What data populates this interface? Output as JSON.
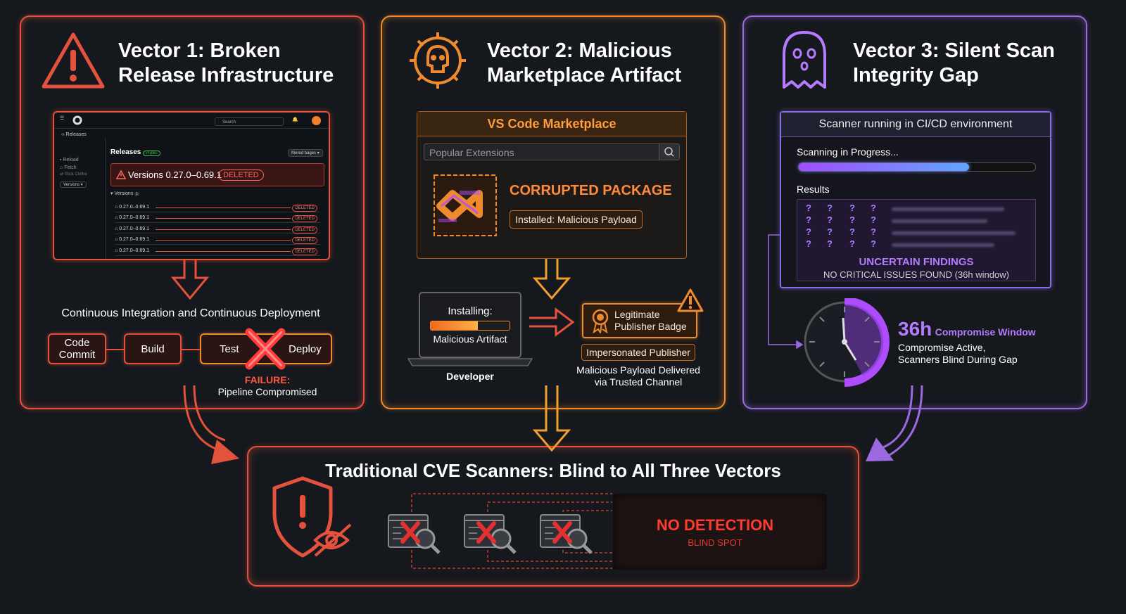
{
  "vector1": {
    "title_line1": "Vector 1: Broken",
    "title_line2": "Release Infrastructure",
    "github": {
      "crumb": "Releases",
      "search": "Search",
      "sidebar": [
        "Reload",
        "Fetch",
        "Stick Clothe"
      ],
      "sidebar_dropdown": "Versions",
      "releases_label": "Releases",
      "public_badge": "Public",
      "merge_button": "Mered bages",
      "banner_text": "Versions 0.27.0–0.69.1",
      "banner_badge": "DELETED",
      "versions_label": "Versions",
      "versions_count": "1",
      "rows": [
        {
          "version": "0.27.0–0.69.1",
          "status": "DELETED"
        },
        {
          "version": "0.27.0–0.69.1",
          "status": "DELETED"
        },
        {
          "version": "0.27.0–0.69.1",
          "status": "DELETED"
        },
        {
          "version": "0.27.0–0.69.1",
          "status": "DELETED"
        },
        {
          "version": "0.27.0–0.69.1",
          "status": "DELETED"
        }
      ]
    },
    "pipeline_label": "Continuous Integration and Continuous Deployment",
    "stages": [
      "Code Commit",
      "Build",
      "Test",
      "Deploy"
    ],
    "failure_label": "FAILURE:",
    "failure_text": "Pipeline Compromised"
  },
  "vector2": {
    "title_line1": "Vector 2: Malicious",
    "title_line2": "Marketplace Artifact",
    "marketplace_title": "VS Code Marketplace",
    "search_placeholder": "Popular Extensions",
    "corrupted_label": "CORRUPTED PACKAGE",
    "installed_label": "Installed: Malicious Payload",
    "installing_label": "Installing:",
    "installing_progress": 0.6,
    "artifact_label": "Malicious Artifact",
    "developer_label": "Developer",
    "badge_text": "Legitimate Publisher Badge",
    "impersonated_label": "Impersonated Publisher",
    "delivered_line1": "Malicious Payload Delivered",
    "delivered_line2": "via Trusted Channel"
  },
  "vector3": {
    "title_line1": "Vector 3: Silent Scan",
    "title_line2": "Integrity Gap",
    "scanner_title": "Scanner running in CI/CD environment",
    "progress_label": "Scanning in Progress...",
    "progress": 0.72,
    "results_label": "Results",
    "uncertain_label": "UNCERTAIN FINDINGS",
    "no_critical": "NO CRITICAL ISSUES FOUND (36h window)",
    "window_value": "36h",
    "window_label": "Compromise Window",
    "window_desc1": "Compromise Active,",
    "window_desc2": "Scanners Blind During Gap"
  },
  "bottom": {
    "title": "Traditional CVE Scanners: Blind to All Three Vectors",
    "no_detection": "NO DETECTION",
    "blind_spot": "BLIND SPOT"
  },
  "colors": {
    "red": "#e4523e",
    "orange": "#f08a2e",
    "purple": "#9b6ae0",
    "background": "#15181d"
  }
}
